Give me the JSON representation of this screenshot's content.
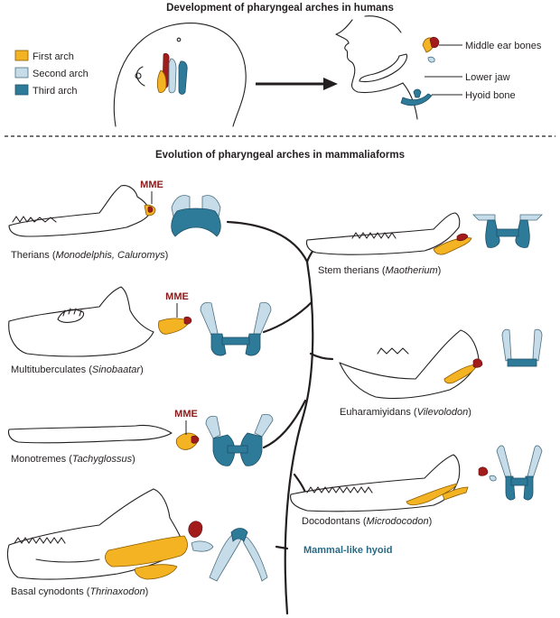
{
  "top_title": "Development of pharyngeal arches in humans",
  "bottom_title": "Evolution of pharyngeal arches in mammaliaforms",
  "legend": [
    {
      "label": "First arch",
      "color": "#f4b322"
    },
    {
      "label": "Second arch",
      "color": "#c6dde9"
    },
    {
      "label": "Third arch",
      "color": "#2e7a99"
    }
  ],
  "adult_labels": {
    "middle_ear": "Middle ear bones",
    "lower_jaw": "Lower jaw",
    "hyoid": "Hyoid bone"
  },
  "mme": "MME",
  "hyoid_label": "Mammal-like hyoid",
  "taxa": {
    "therians": {
      "group": "Therians (",
      "genus": "Monodelphis, Caluromys",
      "close": ")"
    },
    "stem": {
      "group": "Stem therians (",
      "genus": "Maotherium",
      "close": ")"
    },
    "multi": {
      "group": "Multituberculates (",
      "genus": "Sinobaatar",
      "close": ")"
    },
    "euhara": {
      "group": "Euharamiyidans (",
      "genus": "Vilevolodon",
      "close": ")"
    },
    "mono": {
      "group": "Monotremes (",
      "genus": "Tachyglossus",
      "close": ")"
    },
    "docodont": {
      "group": "Docodontans (",
      "genus": "Microdocodon",
      "close": ")"
    },
    "basal": {
      "group": "Basal cynodonts (",
      "genus": "Thrinaxodon",
      "close": ")"
    }
  }
}
